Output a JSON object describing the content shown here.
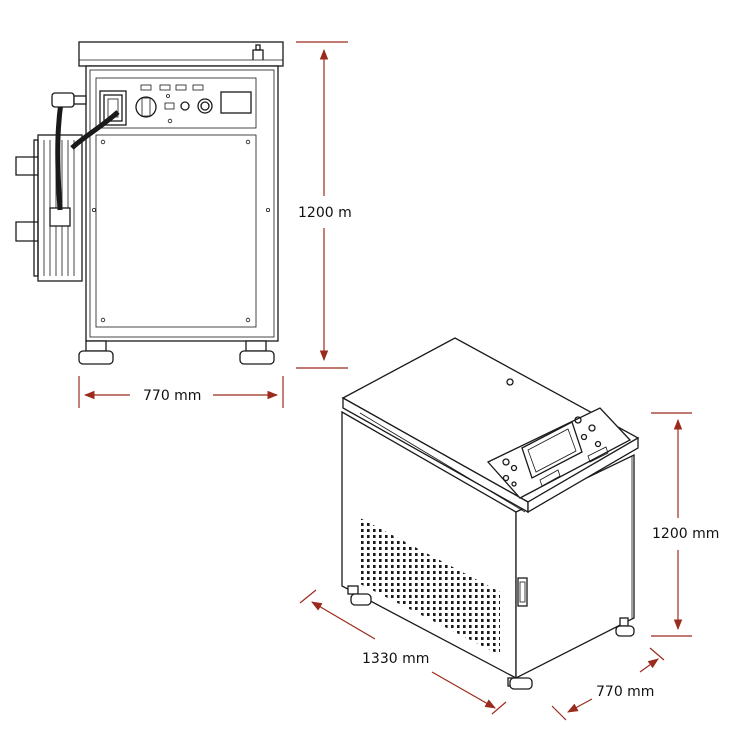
{
  "diagram": {
    "front_view": {
      "height_label": "1200 m",
      "width_label": "770 mm"
    },
    "iso_view": {
      "height_label": "1200 mm",
      "length_label": "1330 mm",
      "depth_label": "770 mm"
    }
  },
  "colors": {
    "dimension": "#9b2b1d",
    "line": "#1a1a1a",
    "background": "#ffffff"
  }
}
